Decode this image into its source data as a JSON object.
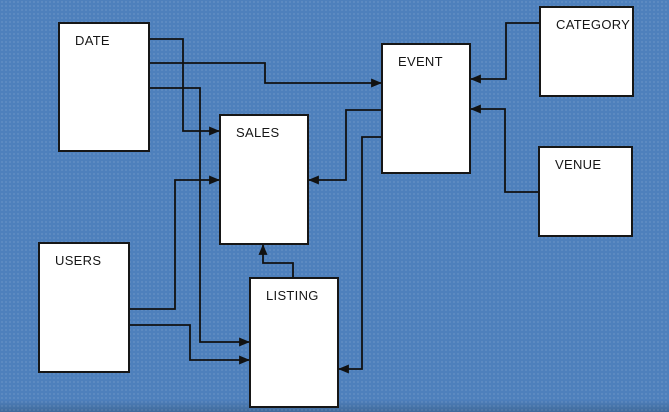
{
  "diagram": {
    "type": "entity-relationship-diagram",
    "colors": {
      "background": "#4e80bc",
      "node_fill": "#ffffff",
      "node_border": "#161616",
      "connector": "#111111",
      "label_text": "#161616"
    },
    "nodes": [
      {
        "id": "date",
        "label": "DATE"
      },
      {
        "id": "sales",
        "label": "SALES"
      },
      {
        "id": "users",
        "label": "USERS"
      },
      {
        "id": "listing",
        "label": "LISTING"
      },
      {
        "id": "event",
        "label": "EVENT"
      },
      {
        "id": "category",
        "label": "CATEGORY"
      },
      {
        "id": "venue",
        "label": "VENUE"
      }
    ],
    "edges": [
      {
        "from": "DATE",
        "to": "SALES"
      },
      {
        "from": "DATE",
        "to": "EVENT"
      },
      {
        "from": "DATE",
        "to": "LISTING"
      },
      {
        "from": "USERS",
        "to": "SALES"
      },
      {
        "from": "USERS",
        "to": "LISTING"
      },
      {
        "from": "LISTING",
        "to": "SALES"
      },
      {
        "from": "EVENT",
        "to": "SALES"
      },
      {
        "from": "EVENT",
        "to": "LISTING"
      },
      {
        "from": "CATEGORY",
        "to": "EVENT"
      },
      {
        "from": "VENUE",
        "to": "EVENT"
      }
    ]
  }
}
